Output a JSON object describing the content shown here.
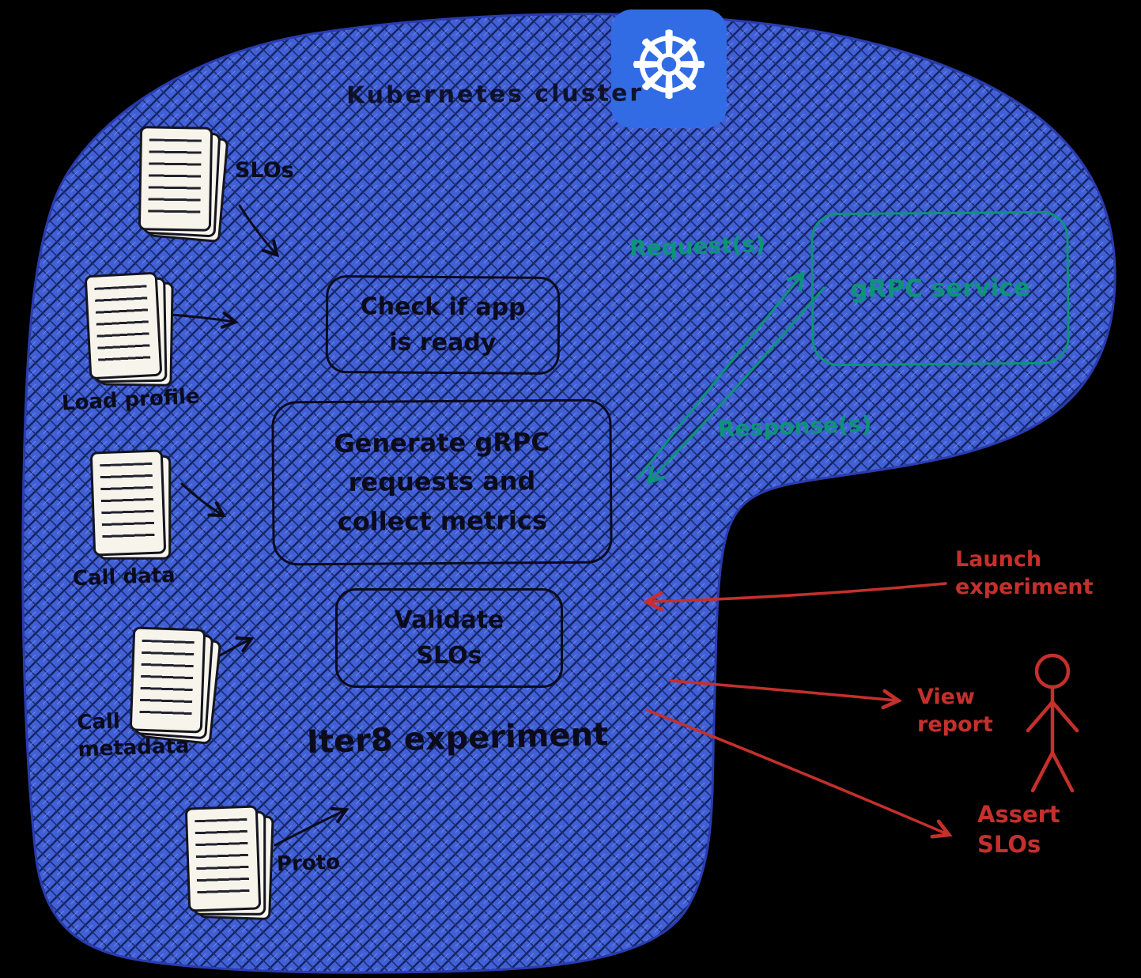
{
  "colors": {
    "background": "#000000",
    "cluster_fill": "#4160d6",
    "cluster_hatch_dark": "#15235e",
    "kubernetes_blue": "#326ce5",
    "ink": "#0b0b1c",
    "paper": "#f7f4ec",
    "teal": "#0d9478",
    "red": "#c5302c"
  },
  "cluster": {
    "title": "Kubernetes cluster",
    "logo_icon": "☸",
    "experiment_title": "Iter8 experiment",
    "inputs": [
      {
        "lines": [
          "SLOs"
        ]
      },
      {
        "lines": [
          "Load profile"
        ]
      },
      {
        "lines": [
          "Call data"
        ]
      },
      {
        "lines": [
          "Call",
          "metadata"
        ]
      },
      {
        "lines": [
          "Proto"
        ]
      }
    ],
    "steps": [
      {
        "lines": [
          "Check if app",
          "is ready"
        ]
      },
      {
        "lines": [
          "Generate gRPC",
          "requests and",
          "collect metrics"
        ]
      },
      {
        "lines": [
          "Validate",
          "SLOs"
        ]
      }
    ]
  },
  "service": {
    "label": "gRPC service",
    "request_label": "Request(s)",
    "response_label": "Response(s)"
  },
  "user": {
    "launch": {
      "lines": [
        "Launch",
        "experiment"
      ]
    },
    "view": {
      "lines": [
        "View",
        "report"
      ]
    },
    "assert": {
      "lines": [
        "Assert",
        "SLOs"
      ]
    }
  }
}
